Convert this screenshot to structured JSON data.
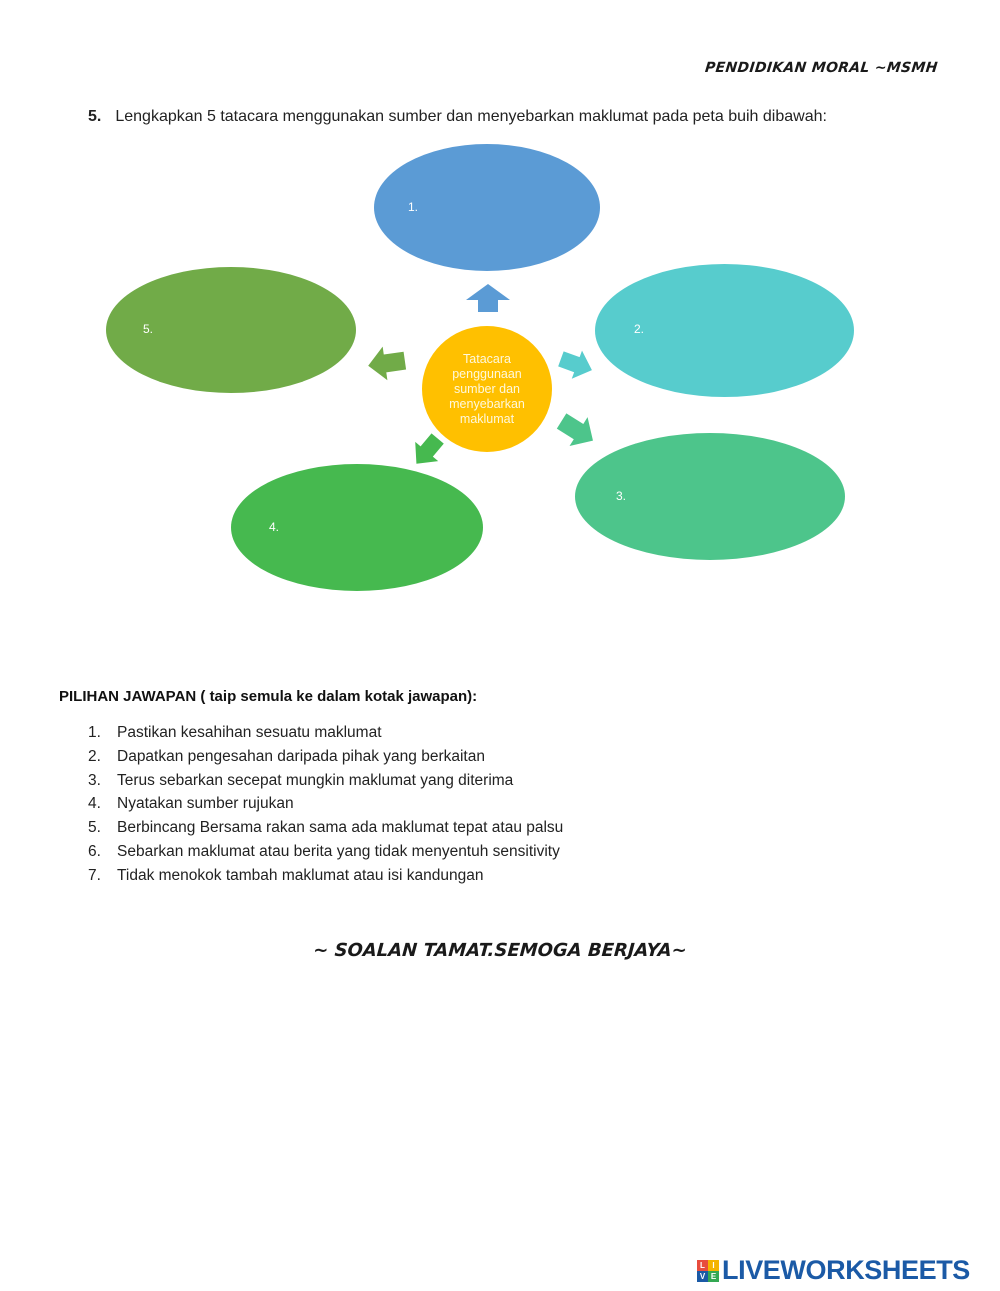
{
  "header": {
    "text": "PENDIDIKAN MORAL ~MSMH"
  },
  "question": {
    "number": "5.",
    "text": "Lengkapkan 5 tatacara menggunakan sumber dan menyebarkan maklumat pada peta buih dibawah:"
  },
  "bubble_map": {
    "center": {
      "text": "Tatacara penggunaan sumber dan menyebarkan maklumat",
      "color": "#ffc000"
    },
    "bubbles": [
      {
        "label": "1.",
        "color": "#5b9bd5"
      },
      {
        "label": "2.",
        "color": "#57cccd"
      },
      {
        "label": "3.",
        "color": "#4dc58b"
      },
      {
        "label": "4.",
        "color": "#46b94f"
      },
      {
        "label": "5.",
        "color": "#71ab48"
      }
    ]
  },
  "choices": {
    "title": "PILIHAN JAWAPAN ( taip semula ke dalam kotak jawapan):",
    "items": [
      {
        "num": "1.",
        "text": "Pastikan kesahihan sesuatu maklumat"
      },
      {
        "num": "2.",
        "text": "Dapatkan pengesahan daripada pihak yang berkaitan"
      },
      {
        "num": "3.",
        "text": "Terus sebarkan secepat mungkin maklumat yang diterima"
      },
      {
        "num": "4.",
        "text": "Nyatakan sumber rujukan"
      },
      {
        "num": "5.",
        "text": "Berbincang Bersama rakan sama ada maklumat tepat atau palsu"
      },
      {
        "num": "6.",
        "text": "Sebarkan maklumat atau berita yang tidak menyentuh sensitivity"
      },
      {
        "num": "7.",
        "text": "Tidak menokok tambah maklumat atau isi kandungan"
      }
    ]
  },
  "footer": {
    "text": "~ SOALAN TAMAT.SEMOGA BERJAYA~"
  },
  "logo": {
    "letters": [
      "L",
      "I",
      "V",
      "E"
    ],
    "letter_colors": [
      "#e84c3d",
      "#f4b400",
      "#1b5aa6",
      "#34a853"
    ],
    "text": "LIVEWORKSHEETS",
    "color": "#1b5aa6"
  }
}
